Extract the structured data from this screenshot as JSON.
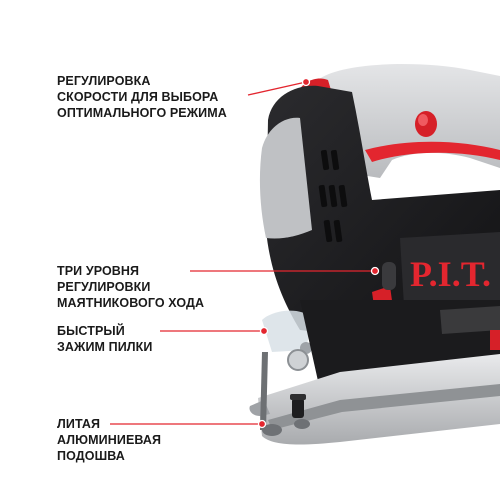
{
  "callouts": [
    {
      "lines": [
        "РЕГУЛИРОВКА",
        "СКОРОСТИ ДЛЯ ВЫБОРА",
        "ОПТИМАЛЬНОГО РЕЖИМА"
      ]
    },
    {
      "lines": [
        "ТРИ УРОВНЯ",
        "РЕГУЛИРОВКИ",
        "МАЯТНИКОВОГО ХОДА"
      ]
    },
    {
      "lines": [
        "БЫСТРЫЙ",
        "ЗАЖИМ ПИЛКИ"
      ]
    },
    {
      "lines": [
        "ЛИТАЯ",
        "АЛЮМИНИЕВАЯ",
        "ПОДОШВА"
      ]
    }
  ],
  "product": {
    "brand": "P.I.T."
  },
  "colors": {
    "accent": "#e3262f",
    "body_dark": "#1d1d1f",
    "body_gray": "#c9cacc",
    "text": "#1a1a1a"
  }
}
